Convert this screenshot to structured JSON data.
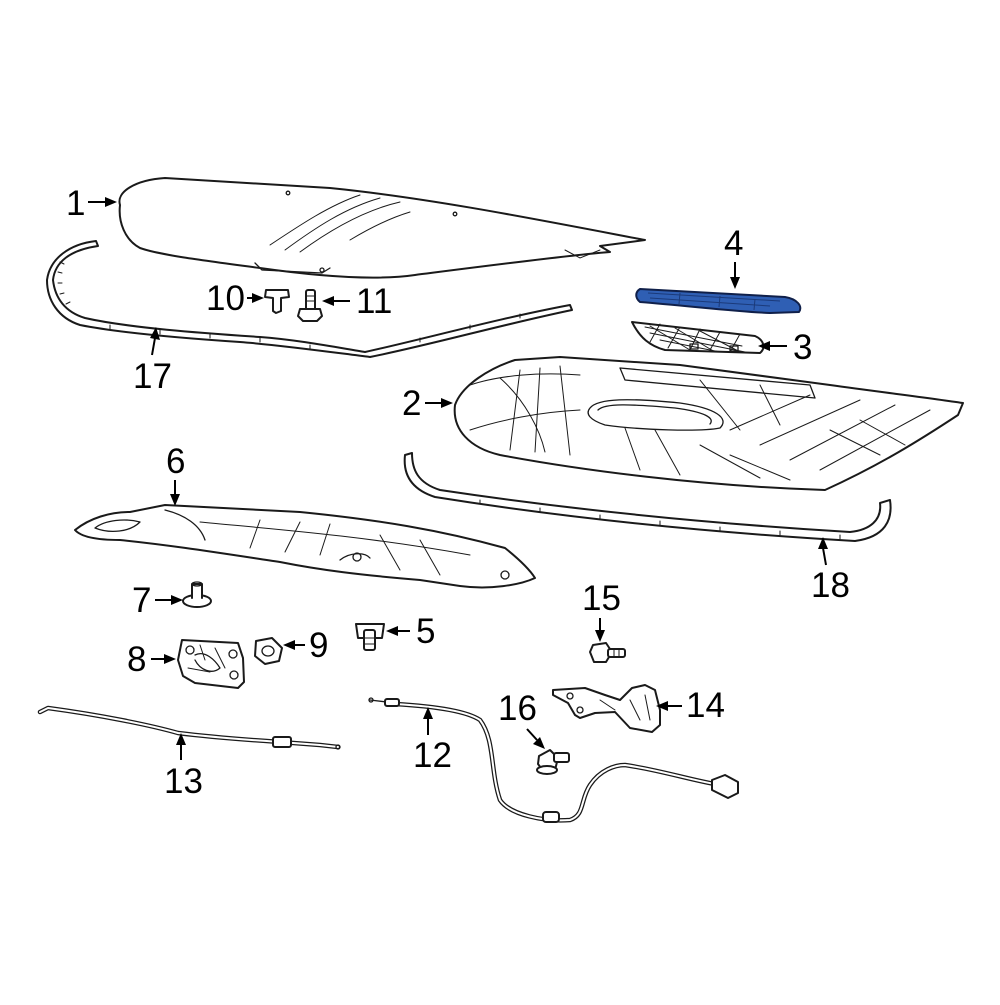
{
  "diagram": {
    "highlight_color": "#2f5fb4",
    "line_color": "#1a1a1a",
    "callouts": [
      {
        "id": "1",
        "label": "1"
      },
      {
        "id": "2",
        "label": "2"
      },
      {
        "id": "3",
        "label": "3"
      },
      {
        "id": "4",
        "label": "4"
      },
      {
        "id": "5",
        "label": "5"
      },
      {
        "id": "6",
        "label": "6"
      },
      {
        "id": "7",
        "label": "7"
      },
      {
        "id": "8",
        "label": "8"
      },
      {
        "id": "9",
        "label": "9"
      },
      {
        "id": "10",
        "label": "10"
      },
      {
        "id": "11",
        "label": "11"
      },
      {
        "id": "12",
        "label": "12"
      },
      {
        "id": "13",
        "label": "13"
      },
      {
        "id": "14",
        "label": "14"
      },
      {
        "id": "15",
        "label": "15"
      },
      {
        "id": "16",
        "label": "16"
      },
      {
        "id": "17",
        "label": "17"
      },
      {
        "id": "18",
        "label": "18"
      }
    ]
  }
}
